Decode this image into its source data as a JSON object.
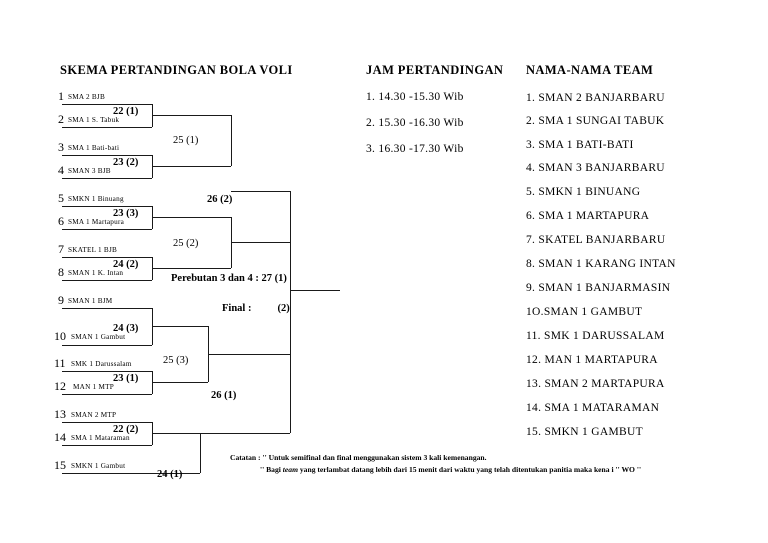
{
  "headings": {
    "bracket": "SKEMA PERTANDINGAN BOLA VOLI",
    "times": "JAM PERTANDINGAN",
    "teams": "NAMA-NAMA TEAM"
  },
  "match_times": [
    "1. 14.30 -15.30 Wib",
    "2. 15.30 -16.30 Wib",
    "3. 16.30 -17.30 Wib"
  ],
  "team_list": [
    "1. SMAN 2 BANJARBARU",
    "2. SMA 1 SUNGAI TABUK",
    "3. SMA 1 BATI-BATI",
    "4. SMAN 3 BANJARBARU",
    "5. SMKN 1 BINUANG",
    "6. SMA 1 MARTAPURA",
    "7. SKATEL BANJARBARU",
    "8. SMAN 1 KARANG INTAN",
    "9. SMAN 1 BANJARMASIN",
    "1O.SMAN 1 GAMBUT",
    "11. SMK 1 DARUSSALAM",
    "12. MAN 1 MARTAPURA",
    "13. SMAN 2 MARTAPURA",
    "14. SMA 1 MATARAMAN",
    "15. SMKN 1 GAMBUT"
  ],
  "bracket_seeds": [
    {
      "num": "1",
      "name": "SMA 2 BJB"
    },
    {
      "num": "2",
      "name": "SMA 1  S. Tabuk"
    },
    {
      "num": "3",
      "name": "SMA  1 Bati-bati"
    },
    {
      "num": "4",
      "name": "SMAN  3  BJB"
    },
    {
      "num": "5",
      "name": "SMKN 1 Binuang"
    },
    {
      "num": "6",
      "name": "SMA  1 Martapura"
    },
    {
      "num": "7",
      "name": "SKATEL  1  BJB"
    },
    {
      "num": "8",
      "name": "SMAN  1  K. Intan"
    },
    {
      "num": "9",
      "name": "SMAN 1 BJM"
    },
    {
      "num": "10",
      "name": "SMAN 1 Gambut"
    },
    {
      "num": "11",
      "name": "SMK 1 Darussalam"
    },
    {
      "num": "12",
      "name": "MAN  1 MTP"
    },
    {
      "num": "13",
      "name": "SMAN  2  MTP"
    },
    {
      "num": "14",
      "name": "SMA 1 Mataraman"
    },
    {
      "num": "15",
      "name": "SMKN 1 Gambut"
    }
  ],
  "round1_labels": [
    "22  (1)",
    "23  (2)",
    "23  (3)",
    "24  (2)",
    "24  (3)",
    "23  (1)",
    "22  (2)",
    "24 (1)"
  ],
  "round2_labels": [
    "25 (1)",
    "25 (2)",
    "25 (3)",
    "26  (1)"
  ],
  "semifinal_label": "26 (2)",
  "third_place": "Perebutan 3 dan 4  :  27  (1)",
  "final": {
    "label": "Final :",
    "value": "(2)"
  },
  "notes": {
    "prefix": "Catatan : ",
    "line1": "'' Untuk semifinal dan final menggunakan sistem  3 kali kemenangan.",
    "line2_a": "'' Bagi ",
    "line2_em": "team",
    "line2_b": " yang terlambat datang  lebih dari 15 menit dari waktu yang telah ditentukan panitia maka kena i '' WO ''"
  },
  "colors": {
    "ink": "#1a1a1a",
    "background": "#ffffff"
  }
}
